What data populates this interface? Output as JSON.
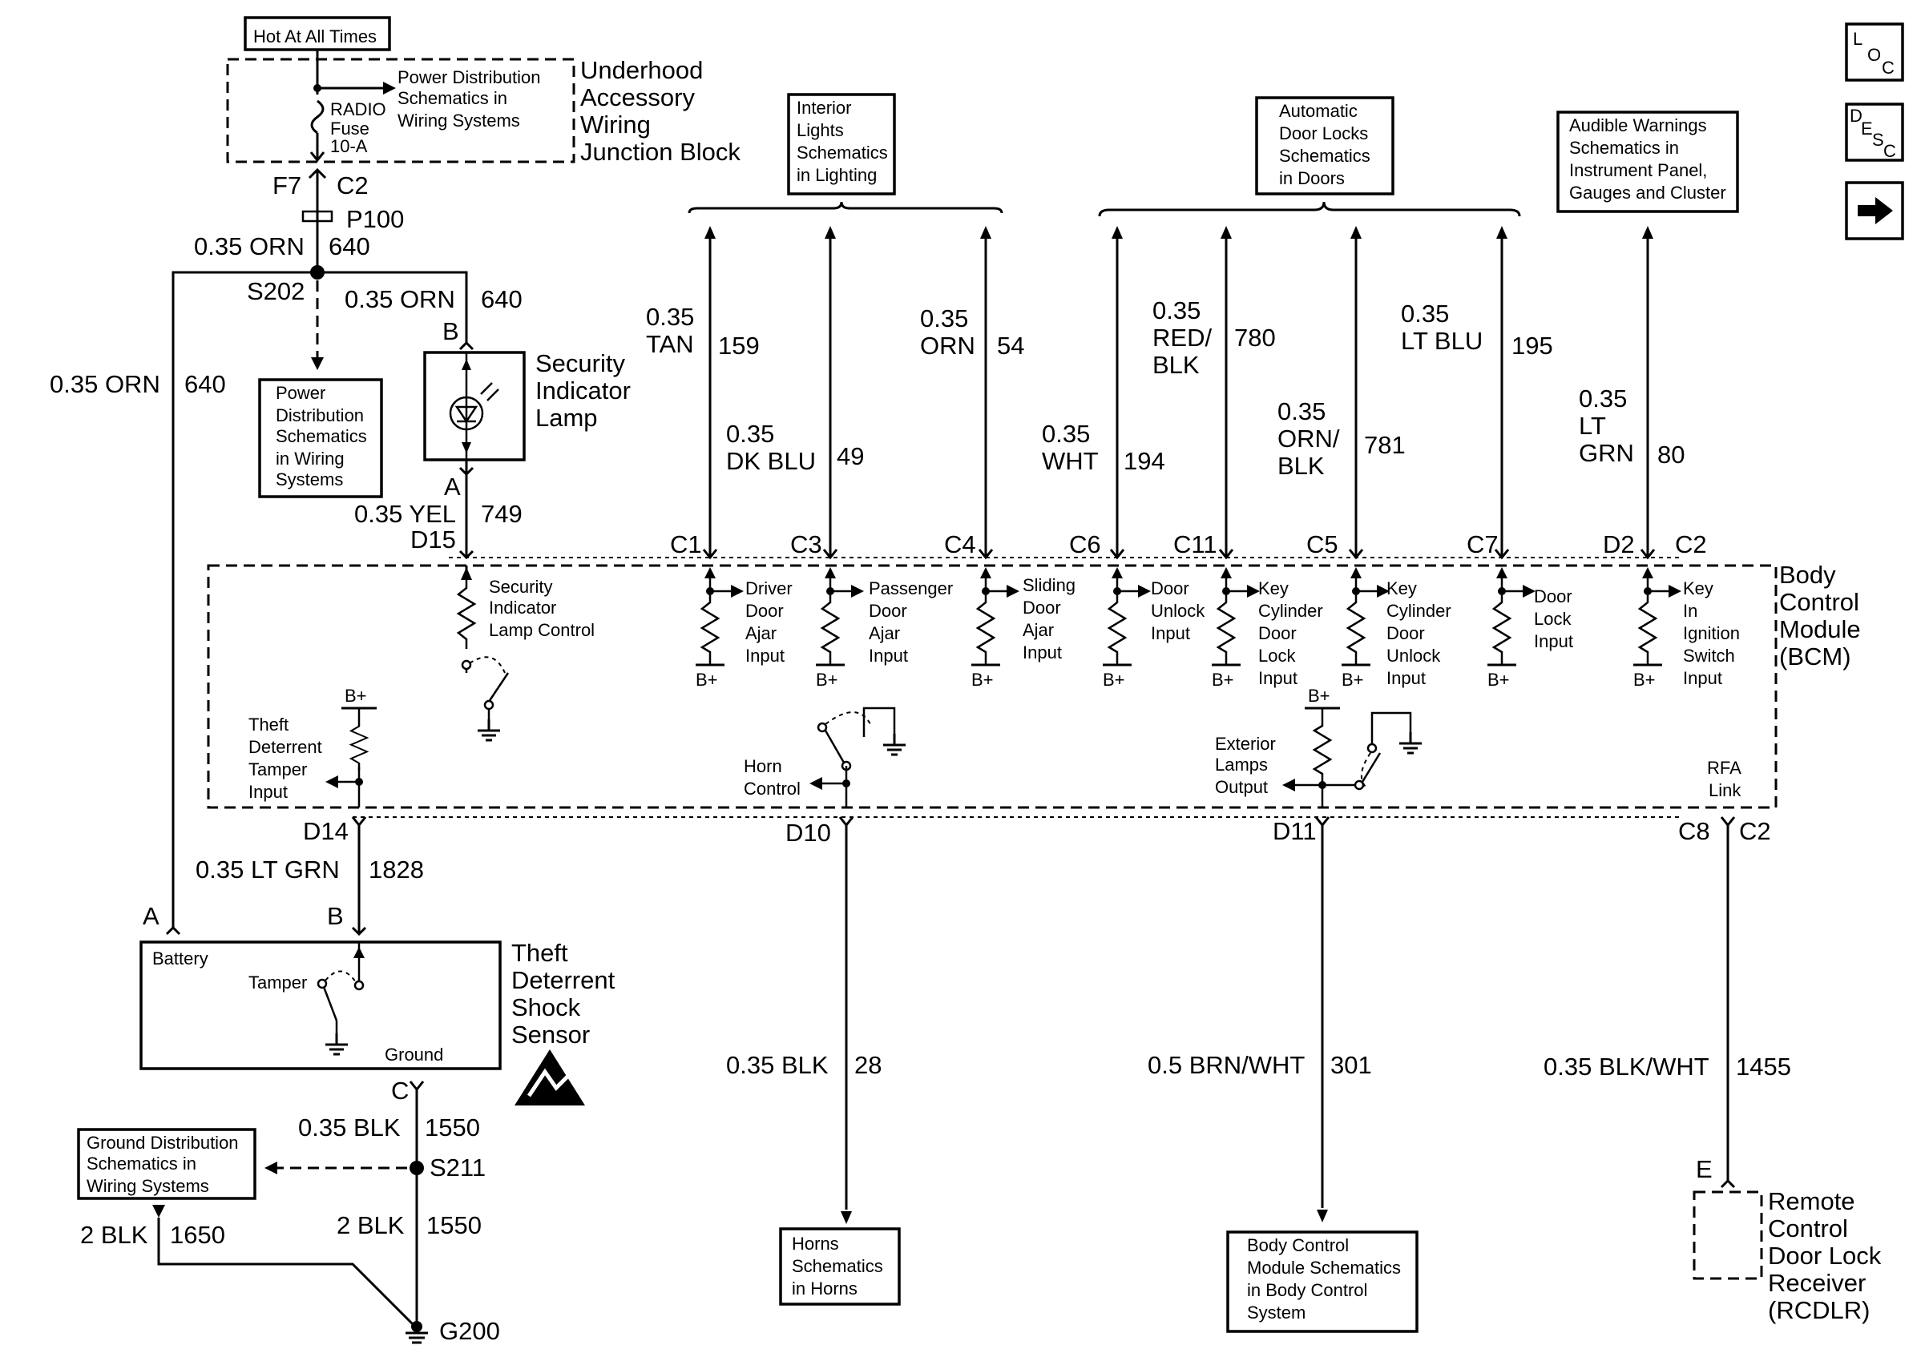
{
  "hot_label": "Hot At All Times",
  "underhood": {
    "title": [
      "Underhood",
      "Accessory",
      "Wiring",
      "Junction Block"
    ],
    "note": [
      "Power Distribution",
      "Schematics in",
      "Wiring Systems"
    ],
    "fuse": [
      "RADIO",
      "Fuse",
      "10-A"
    ],
    "f7": "F7",
    "c2": "C2",
    "p100": "P100"
  },
  "wire_orn_top": {
    "gauge": "0.35 ORN",
    "circuit": "640"
  },
  "s202": "S202",
  "wire_orn_lamp": {
    "gauge": "0.35 ORN",
    "circuit": "640"
  },
  "wire_orn_left": {
    "gauge": "0.35 ORN",
    "circuit": "640"
  },
  "pd_box": [
    "Power",
    "Distribution",
    "Schematics",
    "in Wiring",
    "Systems"
  ],
  "lamp": {
    "pin_b": "B",
    "pin_a": "A",
    "title": [
      "Security",
      "Indicator",
      "Lamp"
    ]
  },
  "wire_yel": {
    "gauge": "0.35 YEL",
    "circuit": "749"
  },
  "d15": "D15",
  "interior_box": [
    "Interior",
    "Lights",
    "Schematics",
    "in Lighting"
  ],
  "door_locks_box": [
    "Automatic",
    "Door Locks",
    "Schematics",
    "in Doors"
  ],
  "audible_box": [
    "Audible Warnings",
    "Schematics in",
    "Instrument Panel,",
    "Gauges and Cluster"
  ],
  "nav": {
    "loc": [
      "L",
      "O",
      "C"
    ],
    "desc": [
      "D",
      "E",
      "S",
      "C"
    ]
  },
  "top_wires": [
    {
      "gauge": [
        "0.35",
        "TAN"
      ],
      "circuit": "159",
      "conn": "C1"
    },
    {
      "gauge": [
        "0.35",
        "DK BLU"
      ],
      "circuit": "49",
      "conn": "C3"
    },
    {
      "gauge": [
        "0.35",
        "ORN"
      ],
      "circuit": "54",
      "conn": "C4"
    },
    {
      "gauge": [
        "0.35",
        "WHT"
      ],
      "circuit": "194",
      "conn": "C6"
    },
    {
      "gauge": [
        "0.35",
        "RED/",
        "BLK"
      ],
      "circuit": "780",
      "conn": "C11"
    },
    {
      "gauge": [
        "0.35",
        "ORN/",
        "BLK"
      ],
      "circuit": "781",
      "conn": "C5"
    },
    {
      "gauge": [
        "0.35",
        "LT BLU"
      ],
      "circuit": "195",
      "conn": "C7"
    },
    {
      "gauge": [
        "0.35",
        "LT",
        "GRN"
      ],
      "circuit": "80",
      "conn": "D2"
    }
  ],
  "conn_c2_top": "C2",
  "bcm": {
    "title": [
      "Body",
      "Control",
      "Module",
      "(BCM)"
    ],
    "lamp_control": [
      "Security",
      "Indicator",
      "Lamp Control"
    ],
    "inputs": [
      [
        "Driver",
        "Door",
        "Ajar",
        "Input"
      ],
      [
        "Passenger",
        "Door",
        "Ajar",
        "Input"
      ],
      [
        "Sliding",
        "Door",
        "Ajar",
        "Input"
      ],
      [
        "Door",
        "Unlock",
        "Input"
      ],
      [
        "Key",
        "Cylinder",
        "Door",
        "Lock",
        "Input"
      ],
      [
        "Key",
        "Cylinder",
        "Door",
        "Unlock",
        "Input"
      ],
      [
        "Door",
        "Lock",
        "Input"
      ],
      [
        "Key",
        "In",
        "Ignition",
        "Switch",
        "Input"
      ]
    ],
    "bplus": "B+",
    "tamper_input": [
      "Theft",
      "Deterrent",
      "Tamper",
      "Input"
    ],
    "horn_control": [
      "Horn",
      "Control"
    ],
    "ext_lamps": [
      "Exterior",
      "Lamps",
      "Output"
    ],
    "rfa": [
      "RFA",
      "Link"
    ]
  },
  "bottom_conns": {
    "d14": "D14",
    "d10": "D10",
    "d11": "D11",
    "c8": "C8",
    "c2": "C2"
  },
  "wire_ltgrn": {
    "gauge": "0.35 LT GRN",
    "circuit": "1828"
  },
  "sensor": {
    "pin_a": "A",
    "pin_b": "B",
    "pin_c": "C",
    "battery": "Battery",
    "tamper": "Tamper",
    "ground": "Ground",
    "title": [
      "Theft",
      "Deterrent",
      "Shock",
      "Sensor"
    ]
  },
  "wire_blk_sensor": {
    "gauge": "0.35 BLK",
    "circuit": "1550"
  },
  "s211": "S211",
  "gnd_box": [
    "Ground Distribution",
    "Schematics in",
    "Wiring Systems"
  ],
  "wire_2blk_left": {
    "gauge": "2 BLK",
    "circuit": "1650"
  },
  "wire_2blk_right": {
    "gauge": "2 BLK",
    "circuit": "1550"
  },
  "g200": "G200",
  "wire_horn": {
    "gauge": "0.35 BLK",
    "circuit": "28"
  },
  "wire_bcm": {
    "gauge": "0.5 BRN/WHT",
    "circuit": "301"
  },
  "wire_rcdlr": {
    "gauge": "0.35 BLK/WHT",
    "circuit": "1455"
  },
  "horns_box": [
    "Horns",
    "Schematics",
    "in Horns"
  ],
  "bcm_box": [
    "Body Control",
    "Module Schematics",
    "in Body Control",
    "System"
  ],
  "rcdlr": {
    "pin_e": "E",
    "title": [
      "Remote",
      "Control",
      "Door Lock",
      "Receiver",
      "(RCDLR)"
    ]
  }
}
